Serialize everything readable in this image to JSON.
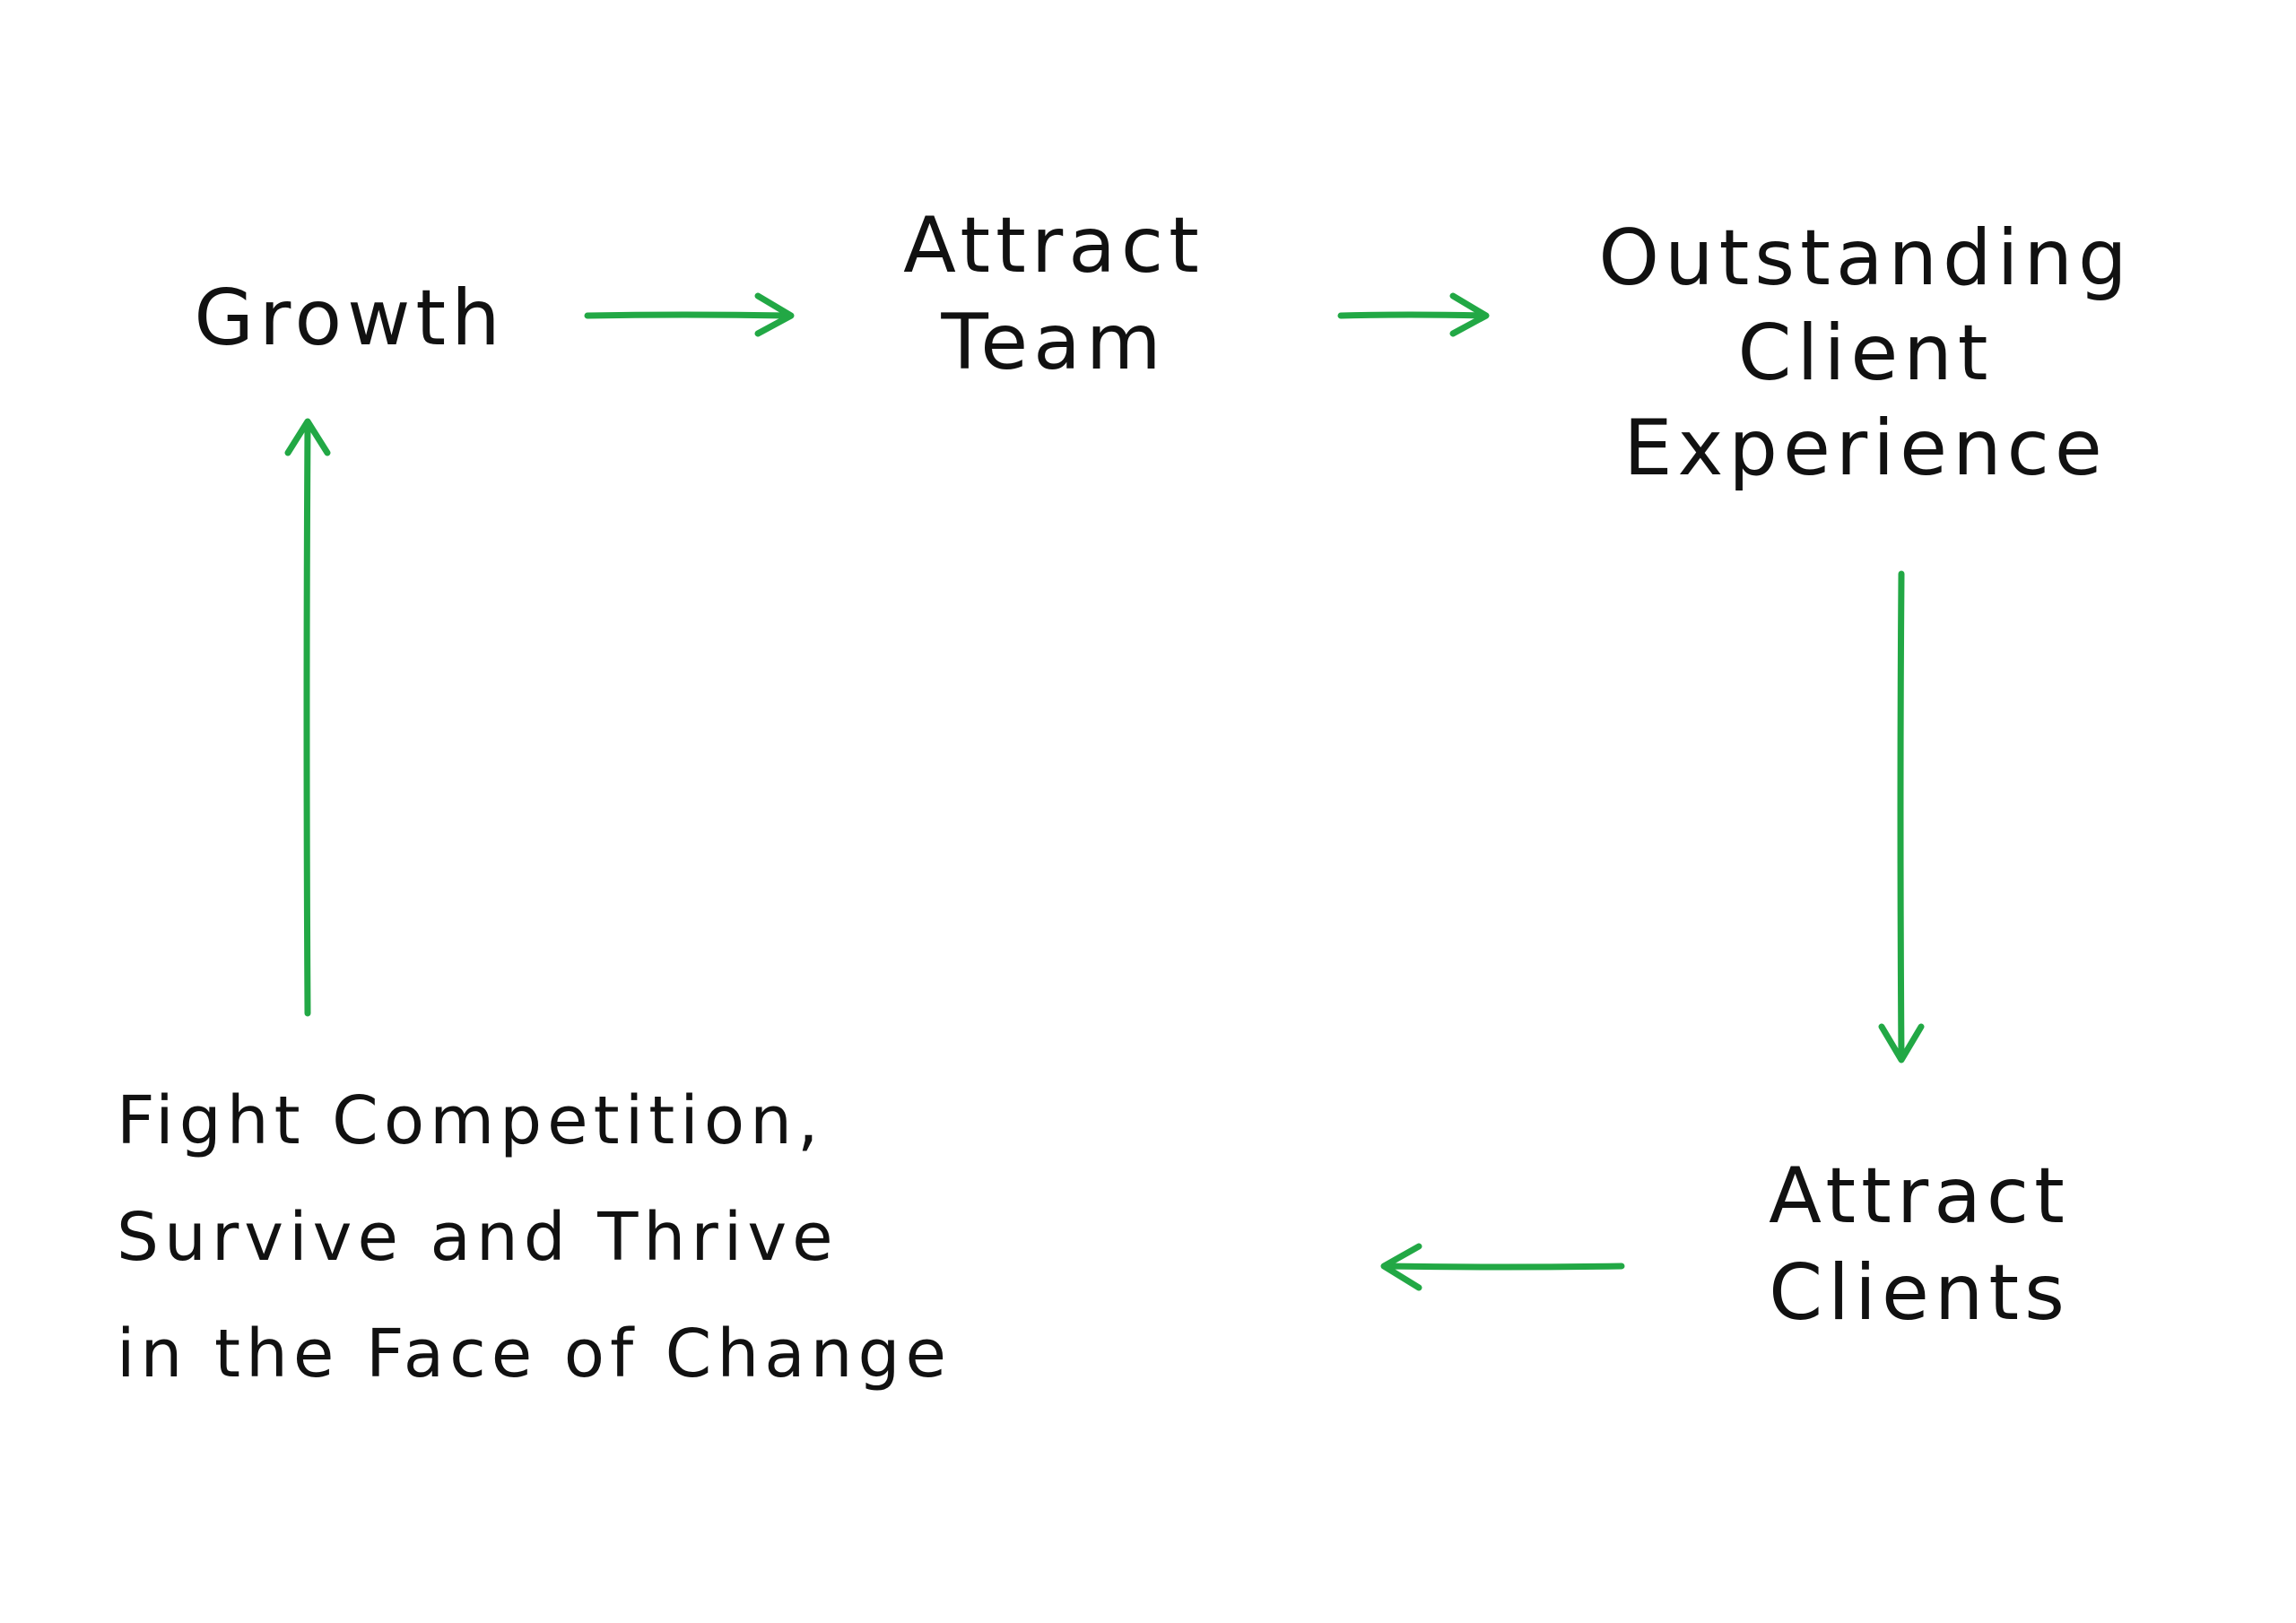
{
  "diagram": {
    "nodes": {
      "growth": {
        "lines": [
          "Growth"
        ]
      },
      "attract_team": {
        "lines": [
          "Attract",
          "Team"
        ]
      },
      "outstanding": {
        "lines": [
          "Outstanding",
          "Client",
          "Experience"
        ]
      },
      "attract_clients": {
        "lines": [
          "Attract",
          "Clients"
        ]
      },
      "fight": {
        "lines": [
          "Fight Competition,",
          "Survive and Thrive",
          "in the Face of Change"
        ]
      }
    },
    "edges": [
      {
        "from": "Growth",
        "to": "Attract Team"
      },
      {
        "from": "Attract Team",
        "to": "Outstanding Client Experience"
      },
      {
        "from": "Outstanding Client Experience",
        "to": "Attract Clients"
      },
      {
        "from": "Attract Clients",
        "to": "Fight Competition, Survive and Thrive in the Face of Change"
      },
      {
        "from": "Fight Competition, Survive and Thrive in the Face of Change",
        "to": "Growth"
      }
    ],
    "colors": {
      "arrow": "#22a845",
      "text": "#111111",
      "background": "#ffffff"
    }
  }
}
